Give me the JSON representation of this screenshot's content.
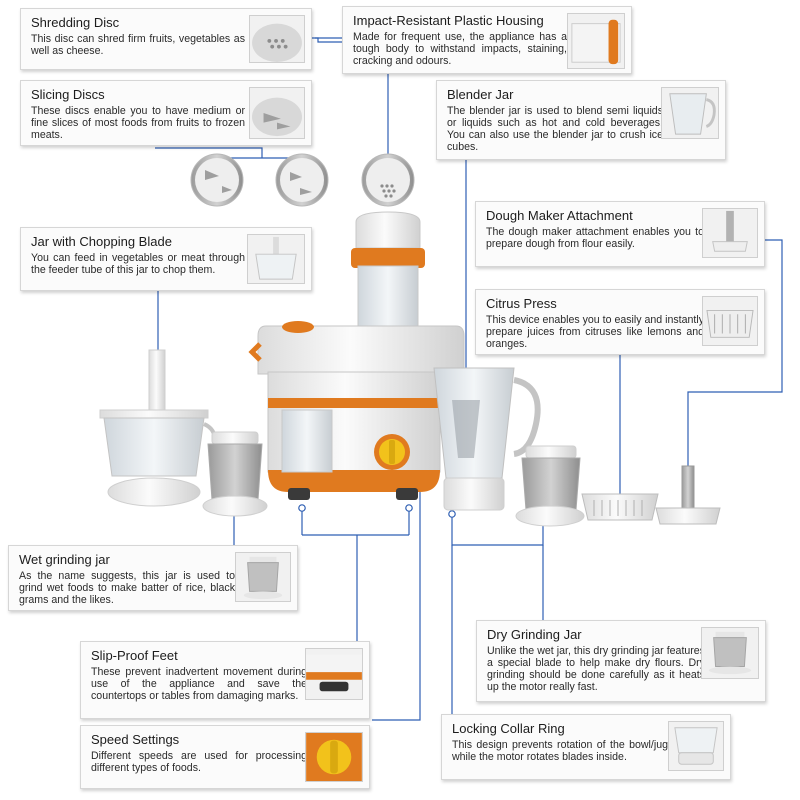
{
  "colors": {
    "connector": "#2f5fb3",
    "accent_orange": "#e07a1f",
    "speed_yellow": "#f2c21b",
    "appliance_white": "#f4f4f4",
    "appliance_gray": "#b9b9b9"
  },
  "cards": {
    "shredding": {
      "title": "Shredding Disc",
      "text": "This disc can shred firm fruits, vegetables as well as cheese.",
      "icon": "shredding-disc-icon"
    },
    "slicing": {
      "title": "Slicing Discs",
      "text": "These discs enable you to have medium or fine slices of most foods from fruits to frozen meats.",
      "icon": "slicing-disc-icon"
    },
    "housing": {
      "title": "Impact-Resistant Plastic Housing",
      "text": "Made for frequent use, the appliance has a tough body to withstand impacts, staining, cracking and odours.",
      "icon": "housing-icon"
    },
    "blender": {
      "title": "Blender Jar",
      "text": "The blender jar is used to blend semi liquids or liquids such as hot and cold beverages. You can also use the blender jar to crush ice cubes.",
      "icon": "blender-jar-icon"
    },
    "chopping": {
      "title": "Jar with Chopping Blade",
      "text": "You can feed in vegetables or meat through the feeder tube of this jar to chop them.",
      "icon": "chopping-jar-icon"
    },
    "dough": {
      "title": "Dough Maker Attachment",
      "text": "The dough maker attachment enables you to prepare dough from flour easily.",
      "icon": "dough-maker-icon"
    },
    "citrus": {
      "title": "Citrus Press",
      "text": "This device enables you to easily and instantly prepare juices from citruses like lemons and oranges.",
      "icon": "citrus-press-icon"
    },
    "wet": {
      "title": "Wet grinding jar",
      "text": "As the name suggests, this jar is used to grind wet foods to make batter of rice, black grams and the likes.",
      "icon": "wet-grinding-jar-icon"
    },
    "feet": {
      "title": "Slip-Proof Feet",
      "text": "These prevent inadvertent movement during use of the appliance and save the countertops or tables from damaging marks.",
      "icon": "slip-proof-feet-icon"
    },
    "dry": {
      "title": "Dry Grinding Jar",
      "text": "Unlike the wet jar, this dry grinding jar features a special blade to help make dry flours. Dry grinding should be done carefully as it heats up the motor really fast.",
      "icon": "dry-grinding-jar-icon"
    },
    "speed": {
      "title": "Speed Settings",
      "text": "Different speeds are used for processing different types of foods.",
      "icon": "speed-knob-icon"
    },
    "collar": {
      "title": "Locking Collar Ring",
      "text": "This design prevents rotation of the bowl/jug while the motor rotates blades inside.",
      "icon": "locking-collar-icon"
    }
  }
}
